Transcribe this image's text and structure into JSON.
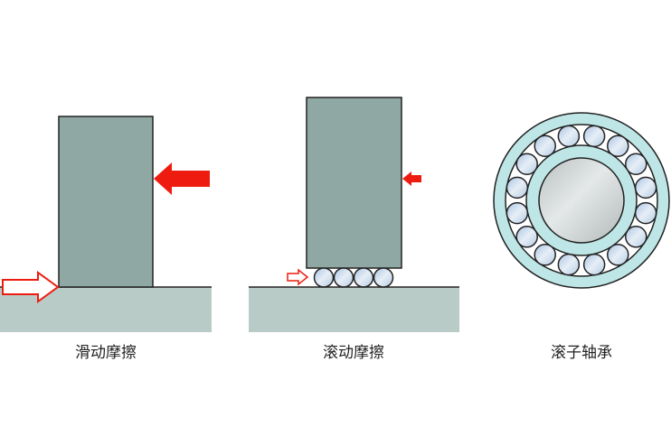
{
  "labels": {
    "sliding": "滑动摩擦",
    "rolling": "滚动摩擦",
    "bearing": "滚子轴承"
  },
  "bearing": {
    "ball_count": 16
  },
  "rolling_rollers": {
    "count": 4
  },
  "colors": {
    "block": "#8fa8a4",
    "ground": "#b8cbc7",
    "arrow_red": "#ee1c10",
    "ring": "#bfe6e6",
    "ball": "#cfe0ee",
    "shaft": "#cfd4d4"
  }
}
